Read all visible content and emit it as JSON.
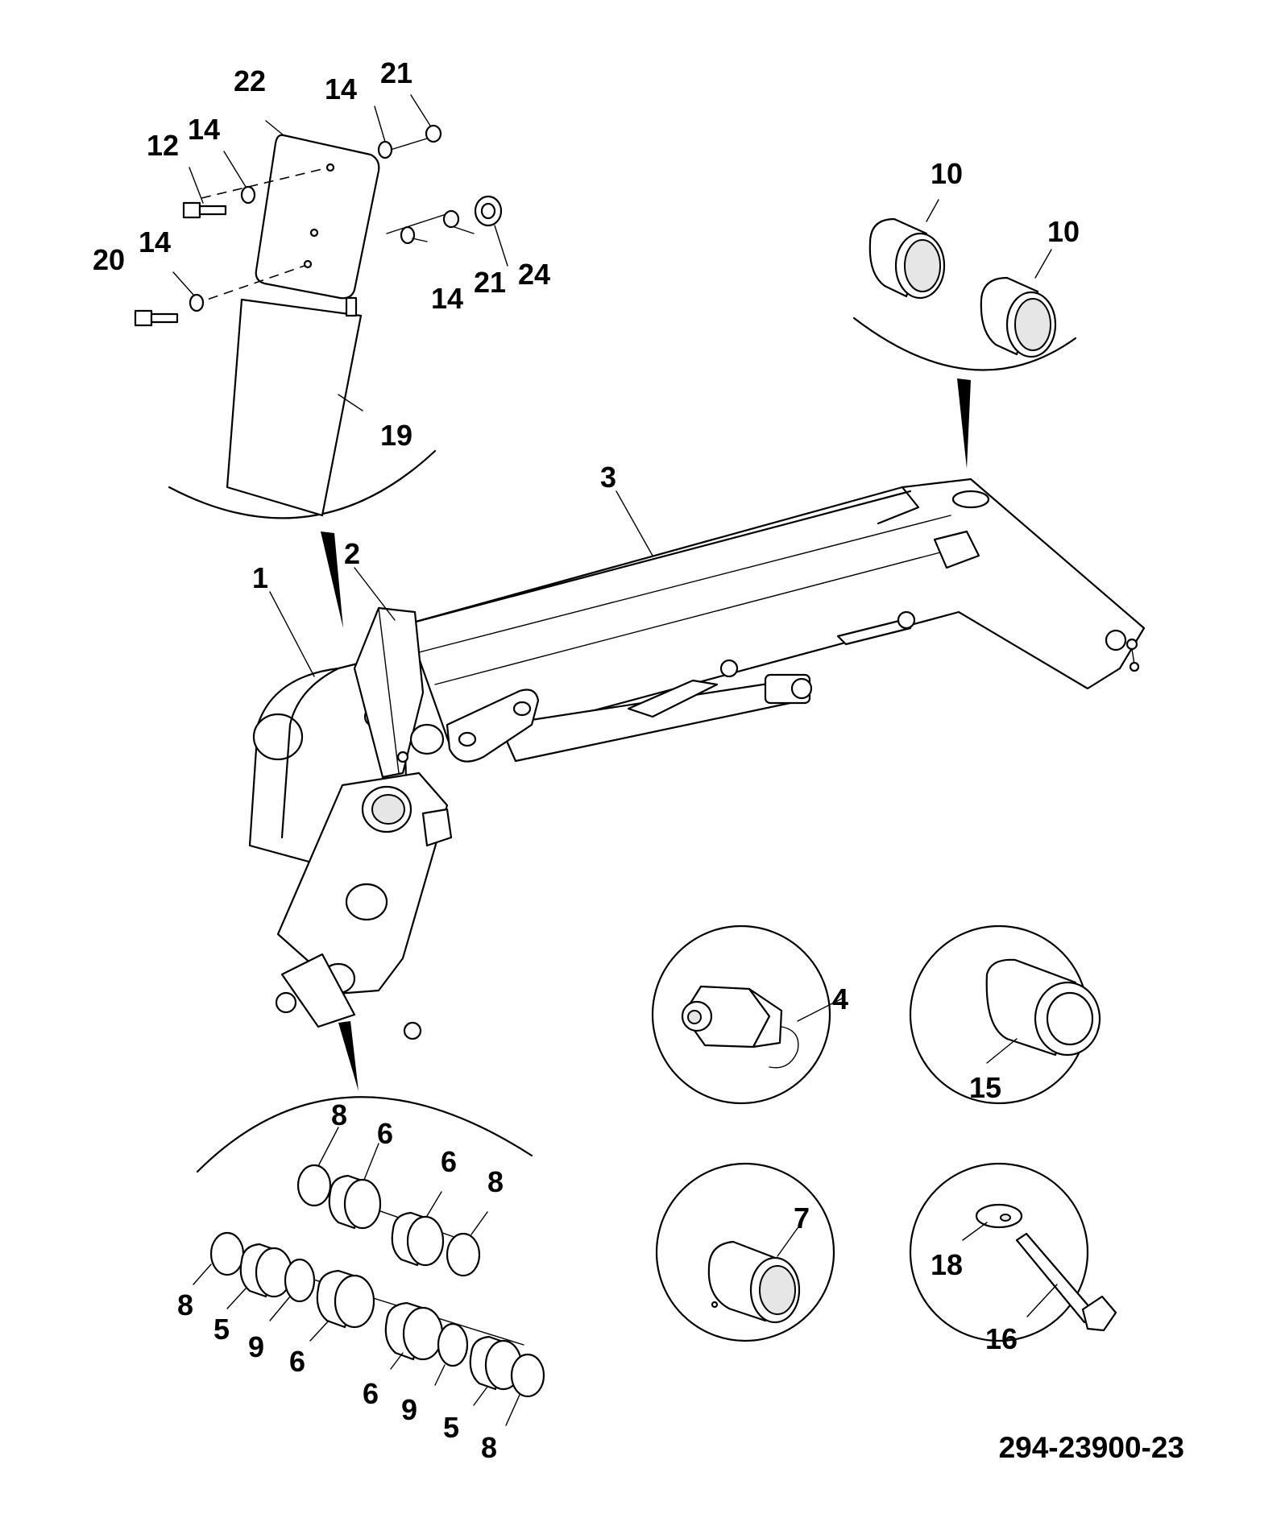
{
  "drawing_number": "294-23900-23",
  "callouts": {
    "c1": "1",
    "c2": "2",
    "c3": "3",
    "c4": "4",
    "c5a": "5",
    "c5b": "5",
    "c6a": "6",
    "c6b": "6",
    "c6c": "6",
    "c6d": "6",
    "c7": "7",
    "c8a": "8",
    "c8b": "8",
    "c8c": "8",
    "c8d": "8",
    "c9a": "9",
    "c9b": "9",
    "c10a": "10",
    "c10b": "10",
    "c12": "12",
    "c14a": "14",
    "c14b": "14",
    "c14c": "14",
    "c14d": "14",
    "c15": "15",
    "c16": "16",
    "c18": "18",
    "c19": "19",
    "c20": "20",
    "c21a": "21",
    "c21b": "21",
    "c22": "22",
    "c24": "24"
  }
}
